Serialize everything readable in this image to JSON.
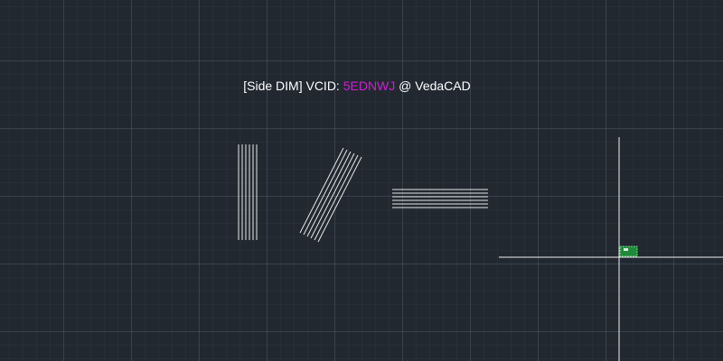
{
  "title": {
    "prefix": "[Side DIM] VCID: ",
    "vcid": "5EDNWJ",
    "suffix": " @ VedaCAD"
  },
  "colors": {
    "background": "#212830",
    "grid": "#4a5563",
    "lines": "#ffffff",
    "vcid_accent": "#d020d0",
    "ucs_icon": "#1f8a3a"
  },
  "icons": {
    "ucs": "ucs-icon"
  }
}
